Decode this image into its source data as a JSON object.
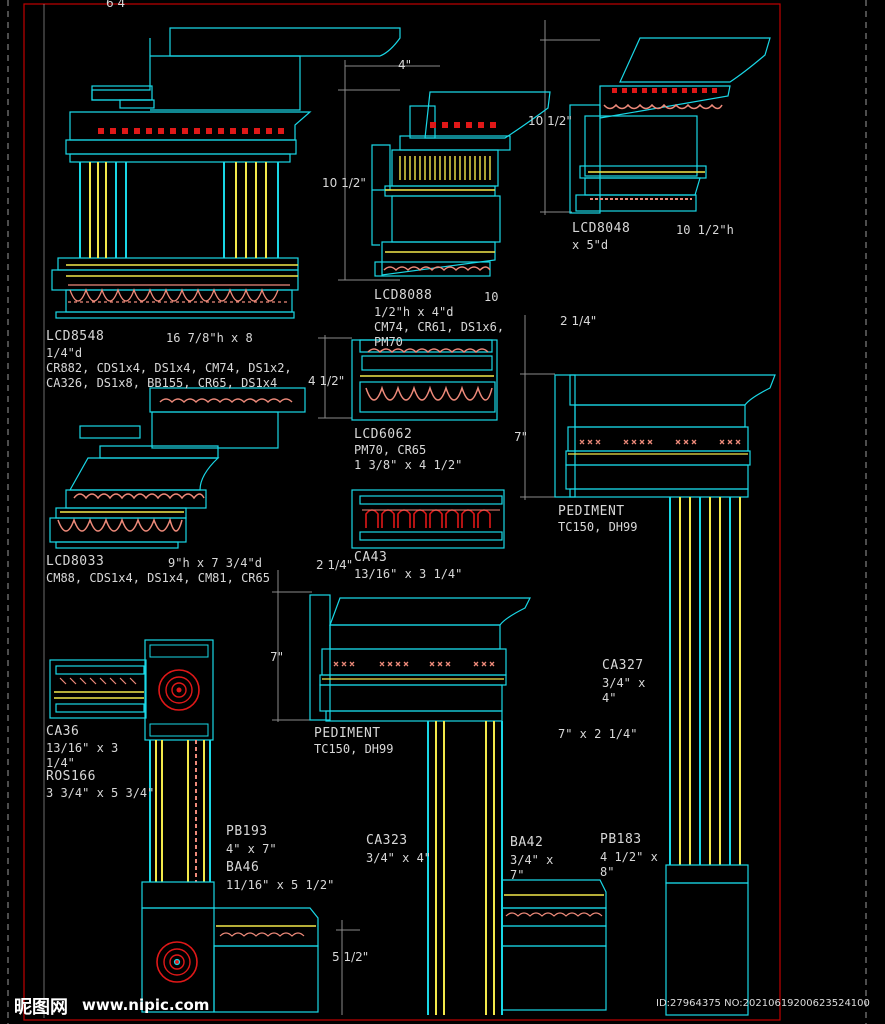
{
  "colors": {
    "background": "#000000",
    "frame": "#c00000",
    "cyan": "#19d7e6",
    "yellow": "#f2e84a",
    "salmon": "#ee8a7a",
    "red": "#e01818",
    "white": "#e8e8e8",
    "grey": "#8a8a8a"
  },
  "dims": {
    "top_partial": "6 4",
    "d_4": "4\"",
    "d_10_half_a": "10 1/2\"",
    "d_10_half_b": "10 1/2\"",
    "d_4_half": "4 1/2\"",
    "d_2_quarter_a": "2 1/4\"",
    "d_7_a": "7\"",
    "d_2_quarter_b": "2 1/4\"",
    "d_7_b": "7\"",
    "d_5_half": "5 1/2\""
  },
  "labels": {
    "lcd8548": {
      "code": "LCD8548",
      "line1": "16 7/8\"h x 8",
      "line2": "1/4\"d",
      "line3": "CR882, CDS1x4, DS1x4, CM74, DS1x2,",
      "line4": "CA326, DS1x8, BB155, CR65, DS1x4"
    },
    "lcd8088": {
      "code": "LCD8088",
      "suffix": "10",
      "line1": "1/2\"h x 4\"d",
      "line2": "CM74, CR61, DS1x6,",
      "line3": "PM70"
    },
    "lcd8048": {
      "code": "LCD8048",
      "line1": "10 1/2\"h",
      "line2": "x 5\"d"
    },
    "lcd6062": {
      "code": "LCD6062",
      "line1": "PM70, CR65",
      "line2": "1 3/8\" x 4 1/2\""
    },
    "lcd8033": {
      "code": "LCD8033",
      "line1": "9\"h x 7 3/4\"d",
      "line2": "CM88, CDS1x4, DS1x4, CM81, CR65"
    },
    "ca43": {
      "code": "CA43",
      "line1": "13/16\" x 3 1/4\""
    },
    "pediment_right": {
      "code": "PEDIMENT",
      "line1": "TC150, DH99"
    },
    "pediment_center": {
      "code": "PEDIMENT",
      "line1": "TC150, DH99"
    },
    "ca36": {
      "code": "CA36",
      "line1": "13/16\" x 3",
      "line2": "1/4\""
    },
    "ros166": {
      "code": "ROS166",
      "line1": "3 3/4\" x 5 3/4\""
    },
    "ca327": {
      "code": "CA327",
      "line1": "3/4\" x",
      "line2": "4\""
    },
    "size_7x2": {
      "text": "7\" x 2 1/4\""
    },
    "pb193": {
      "code": "PB193",
      "line1": "4\" x 7\""
    },
    "ba46": {
      "code": "BA46",
      "line1": "11/16\" x 5 1/2\""
    },
    "ca323": {
      "code": "CA323",
      "line1": "3/4\" x 4\""
    },
    "ba42": {
      "code": "BA42",
      "line1": "3/4\" x",
      "line2": "7\""
    },
    "pb183": {
      "code": "PB183",
      "line1": "4 1/2\" x",
      "line2": "8\""
    }
  },
  "watermark": {
    "logo": "昵图网",
    "site": "www.nipic.com",
    "id": "ID:27964375 NO:20210619200623524100"
  }
}
